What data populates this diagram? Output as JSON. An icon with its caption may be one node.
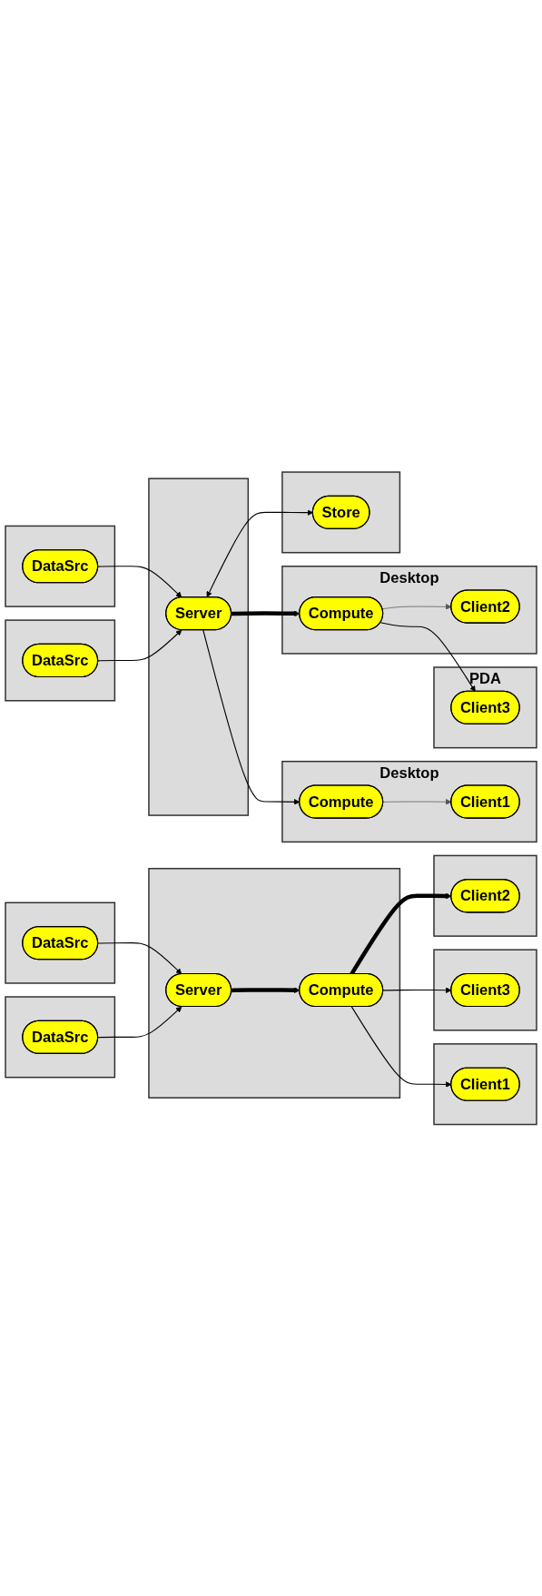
{
  "diagram": {
    "nodes": [
      {
        "text": [],
        "shape": "box"
      },
      {
        "text": [
          "DataSrc"
        ],
        "in": 0
      },
      {
        "text": [],
        "shape": "box"
      },
      {
        "text": [
          "DataSrc"
        ],
        "in": 2
      },
      {
        "text": [],
        "shape": "box"
      },
      {
        "text": [
          "Server"
        ],
        "in": 4
      },
      {
        "text": [],
        "shape": "box"
      },
      {
        "text": [
          "Store"
        ],
        "in": 6
      },
      {
        "text": [
          "Desktop"
        ]
      },
      {
        "text": [
          "Compute"
        ],
        "in": 8
      },
      {
        "text": [
          "Client2"
        ],
        "in": 8
      },
      {
        "text": [
          "Desktop"
        ]
      },
      {
        "text": [
          "Compute"
        ],
        "in": 11
      },
      {
        "text": [
          "Client1"
        ],
        "in": 11
      },
      {
        "text": [
          "PDA"
        ]
      },
      {
        "text": [
          "Client3"
        ],
        "in": 14
      },
      {
        "text": [],
        "shape": "box"
      },
      {
        "text": [
          "DataSrc"
        ],
        "in": 16
      },
      {
        "text": [],
        "shape": "box"
      },
      {
        "text": [
          "DataSrc"
        ],
        "in": 18
      },
      {
        "text": [],
        "shape": "box"
      },
      {
        "text": [
          "Server"
        ],
        "in": 20
      },
      {
        "text": [
          "Compute"
        ],
        "in": 20
      },
      {
        "text": [],
        "shape": "box"
      },
      {
        "text": [
          "Client3"
        ],
        "in": 23
      },
      {
        "text": [],
        "shape": "box"
      },
      {
        "text": [
          "Client2"
        ],
        "in": 25
      },
      {
        "text": [],
        "shape": "box"
      },
      {
        "text": [
          "Client1"
        ],
        "in": 27
      }
    ],
    "edges": [
      {
        "from": 1,
        "to": 5,
        "arrow": "to"
      },
      {
        "from": 3,
        "to": 5,
        "arrow": "to"
      },
      {
        "from": 5,
        "to": 7,
        "arrow": "both"
      },
      {
        "from": 5,
        "to": 9,
        "arrow": "to",
        "style": "thick"
      },
      {
        "from": 9,
        "to": 10,
        "arrow": "to",
        "color": "#555555"
      },
      {
        "from": 5,
        "to": 12,
        "arrow": "to"
      },
      {
        "from": 12,
        "to": 13,
        "arrow": "to",
        "color": "#555555"
      },
      {
        "from": 9,
        "to": 15,
        "arrow": "to"
      },
      {
        "from": 17,
        "to": 21,
        "arrow": "to"
      },
      {
        "from": 19,
        "to": 21,
        "arrow": "to"
      },
      {
        "from": 21,
        "to": 22,
        "arrow": "to",
        "style": "thick"
      },
      {
        "from": 22,
        "to": 26,
        "arrow": "to",
        "style": "thick"
      },
      {
        "from": 22,
        "to": 24,
        "arrow": "to"
      },
      {
        "from": 22,
        "to": 28,
        "arrow": "to"
      }
    ]
  }
}
